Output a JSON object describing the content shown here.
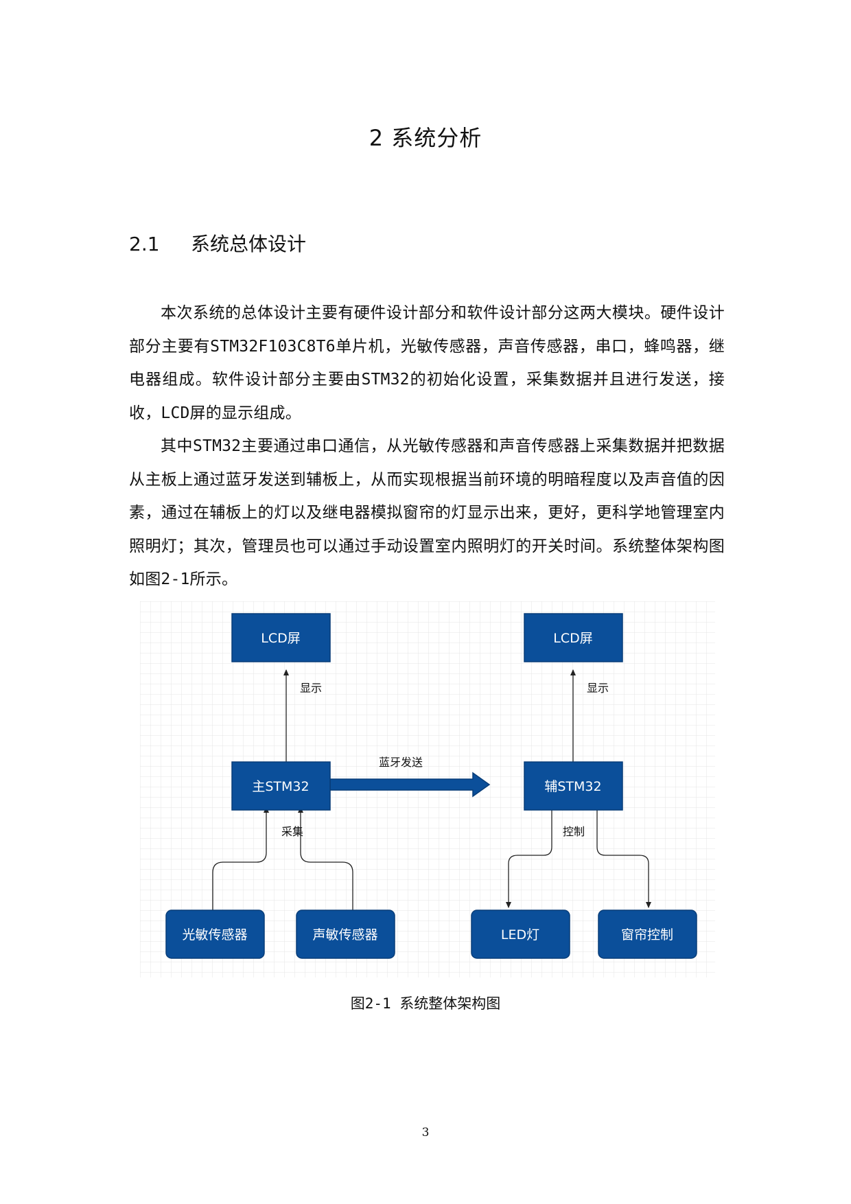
{
  "chapter": {
    "title": "2  系统分析"
  },
  "section": {
    "number": "2.1",
    "title": "系统总体设计"
  },
  "paragraphs": [
    "本次系统的总体设计主要有硬件设计部分和软件设计部分这两大模块。硬件设计部分主要有STM32F103C8T6单片机，光敏传感器，声音传感器，串口，蜂鸣器，继电器组成。软件设计部分主要由STM32的初始化设置，采集数据并且进行发送，接收，LCD屏的显示组成。",
    "其中STM32主要通过串口通信，从光敏传感器和声音传感器上采集数据并把数据从主板上通过蓝牙发送到辅板上，从而实现根据当前环境的明暗程度以及声音值的因素，通过在辅板上的灯以及继电器模拟窗帘的灯显示出来，更好，更科学地管理室内照明灯；其次，管理员也可以通过手动设置室内照明灯的开关时间。系统整体架构图如图2-1所示。"
  ],
  "diagram": {
    "colors": {
      "box": "#0b4f9a",
      "box_border": "#083d78",
      "grid": "#e4e4e4",
      "line": "#222222"
    },
    "nodes": {
      "lcd_left": "LCD屏",
      "lcd_right": "LCD屏",
      "main_stm32": "主STM32",
      "aux_stm32": "辅STM32",
      "light_sensor": "光敏传感器",
      "sound_sensor": "声敏传感器",
      "led": "LED灯",
      "curtain": "窗帘控制"
    },
    "edges": {
      "display_left": "显示",
      "display_right": "显示",
      "bluetooth": "蓝牙发送",
      "collect": "采集",
      "control": "控制"
    }
  },
  "figure": {
    "caption": "图2-1  系统整体架构图"
  },
  "page_number": "3"
}
